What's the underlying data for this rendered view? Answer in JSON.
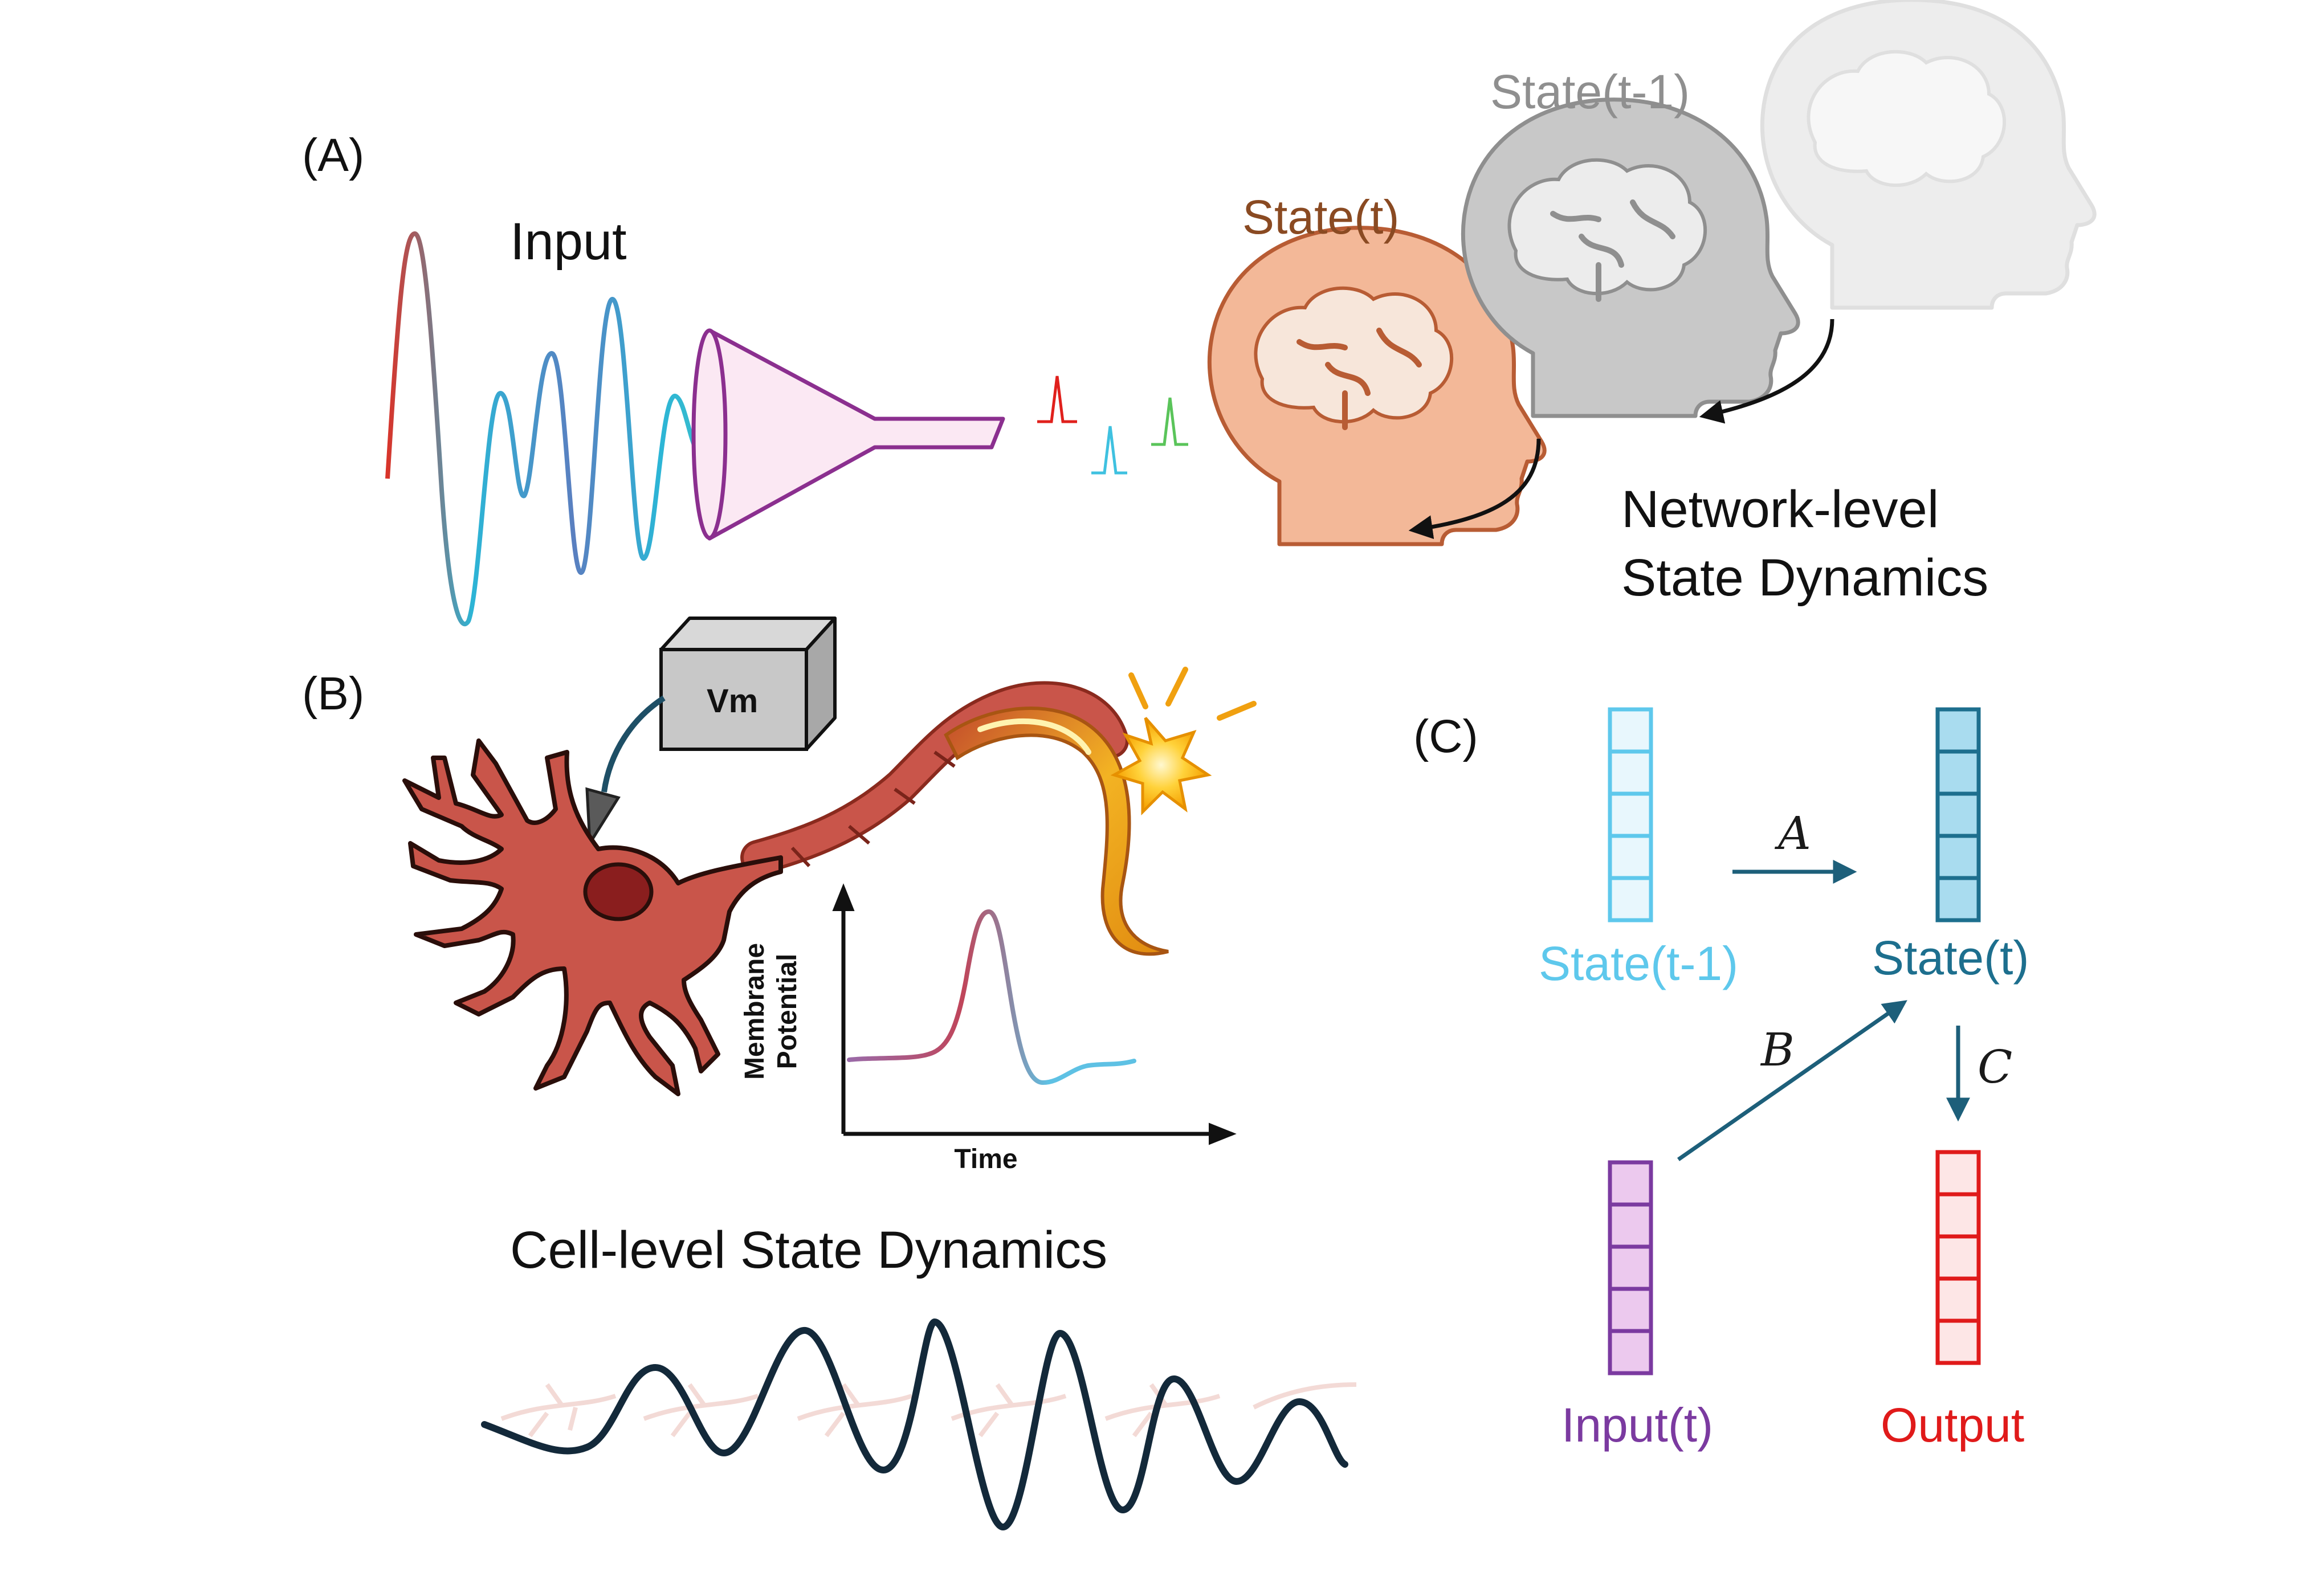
{
  "panels": {
    "a": {
      "label": "(A)",
      "input_label": "Input",
      "state_t": "State(t)",
      "state_t1": "State(t-1)",
      "caption_line1": "Network-level",
      "caption_line2": "State Dynamics"
    },
    "b": {
      "label": "(B)",
      "probe": "Vm",
      "ylabel_line1": "Membrane",
      "ylabel_line2": "Potential",
      "xlabel": "Time",
      "caption": "Cell-level State Dynamics"
    },
    "c": {
      "label": "(C)",
      "state_prev": "State(t-1)",
      "state_now": "State(t)",
      "input": "Input(t)",
      "output": "Output",
      "matrix_a": "A",
      "matrix_b": "B",
      "matrix_c": "C"
    }
  },
  "colors": {
    "state_t": "#8a4a22",
    "state_t1": "#8f8f8f",
    "state_prev": "#5ec8ec",
    "state_now": "#1d6f8e",
    "input": "#7b3aa0",
    "output": "#e01a1a",
    "arrow": "#1d5f7a",
    "neuron": "#c9554a"
  }
}
